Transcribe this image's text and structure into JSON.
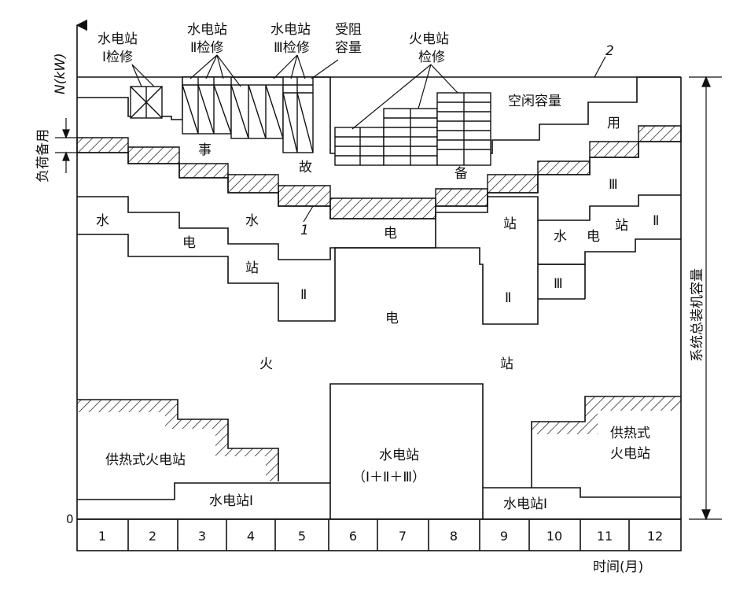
{
  "axes": {
    "y_label": "N(kW)",
    "x_label": "时间(月)",
    "origin": "0",
    "months": [
      "1",
      "2",
      "3",
      "4",
      "5",
      "6",
      "7",
      "8",
      "9",
      "10",
      "11",
      "12"
    ]
  },
  "side_labels": {
    "load_reserve": "负荷备用",
    "total_capacity": "系统总装机容量"
  },
  "annotations": {
    "hydro1_maintenance": [
      "水电站",
      "Ⅰ检修"
    ],
    "hydro2_maintenance": [
      "水电站",
      "Ⅱ检修"
    ],
    "hydro3_maintenance": [
      "水电站",
      "Ⅲ检修"
    ],
    "blocked_capacity": [
      "受阻",
      "容量"
    ],
    "thermal_maintenance": [
      "火电站",
      "检修"
    ],
    "marker_1": "1",
    "marker_2": "2"
  },
  "region_labels": {
    "idle_capacity": "空闲容量",
    "accident_reserve_chars": [
      "事",
      "故",
      "备",
      "用"
    ],
    "hydro_roman_3": "Ⅲ",
    "hydro2_left_chars": [
      "水",
      "电",
      "水",
      "站",
      "Ⅱ"
    ],
    "hydro_mid_chars": [
      "电",
      "站",
      "电"
    ],
    "hydro_right_chars": [
      "水",
      "电",
      "站",
      "Ⅱ"
    ],
    "roman_2_mid": "Ⅱ",
    "roman_3_mid": "Ⅲ",
    "thermal_chars": [
      "火",
      "站"
    ],
    "heating_thermal_left": "供热式火电站",
    "heating_thermal_right": [
      "供热式",
      "火电站"
    ],
    "hydro_combined": [
      "水电站",
      "（Ⅰ＋Ⅱ＋Ⅲ）"
    ],
    "hydro1_left": "水电站Ⅰ",
    "hydro1_right": "水电站Ⅰ"
  },
  "colors": {
    "ink": "#111111",
    "background": "#ffffff"
  }
}
